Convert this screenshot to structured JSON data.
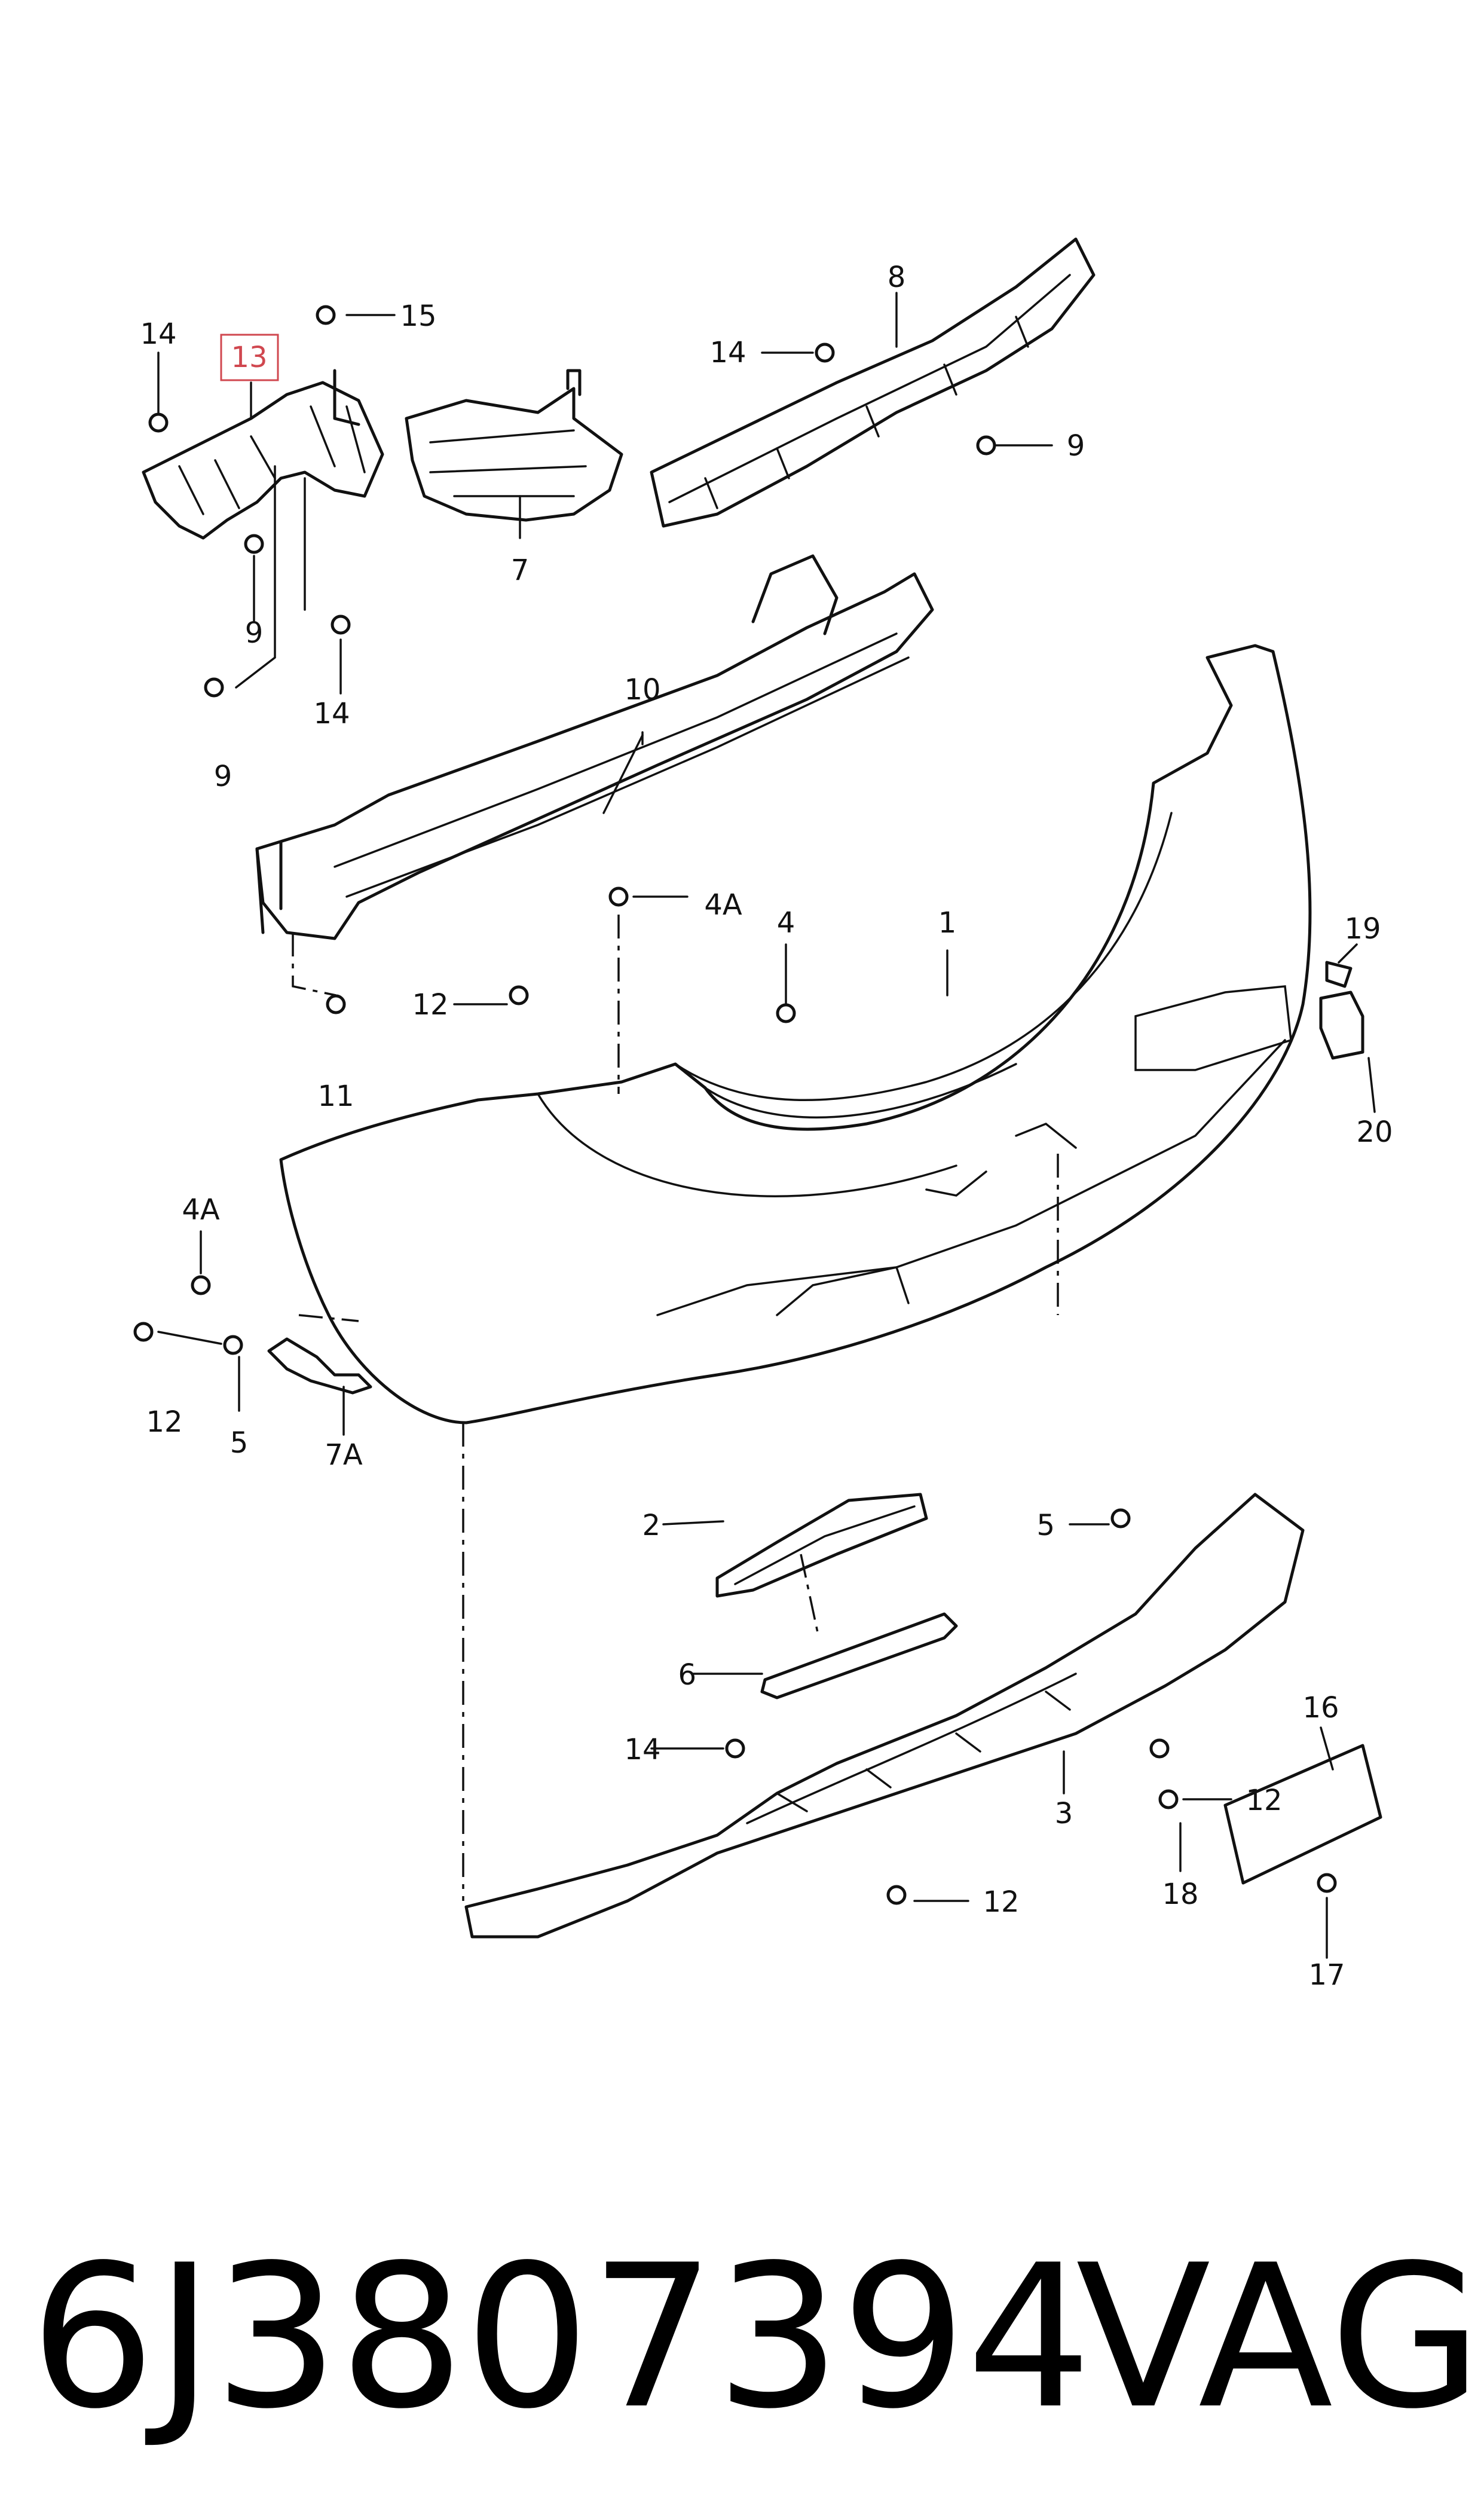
{
  "callouts": {
    "c1": "1",
    "c2": "2",
    "c3": "3",
    "c4": "4",
    "c4a_top": "4A",
    "c4a_left": "4A",
    "c5_left": "5",
    "c5_right": "5",
    "c6": "6",
    "c7": "7",
    "c7a": "7A",
    "c8": "8",
    "c9_top": "9",
    "c9_left": "9",
    "c9_bottom": "9",
    "c10": "10",
    "c11": "11",
    "c12_top": "12",
    "c12_left": "12",
    "c12_right": "12",
    "c12_bottom": "12",
    "c13": "13",
    "c14_topleft": "14",
    "c14_top": "14",
    "c14_mid": "14",
    "c14_bottom": "14",
    "c15": "15",
    "c16": "16",
    "c17": "17",
    "c18": "18",
    "c19": "19",
    "c20": "20"
  },
  "caption": {
    "part_number": "6J3807394",
    "brand": "VAG"
  },
  "colors": {
    "line": "#111111",
    "highlight": "#d0474f",
    "background": "#ffffff"
  }
}
